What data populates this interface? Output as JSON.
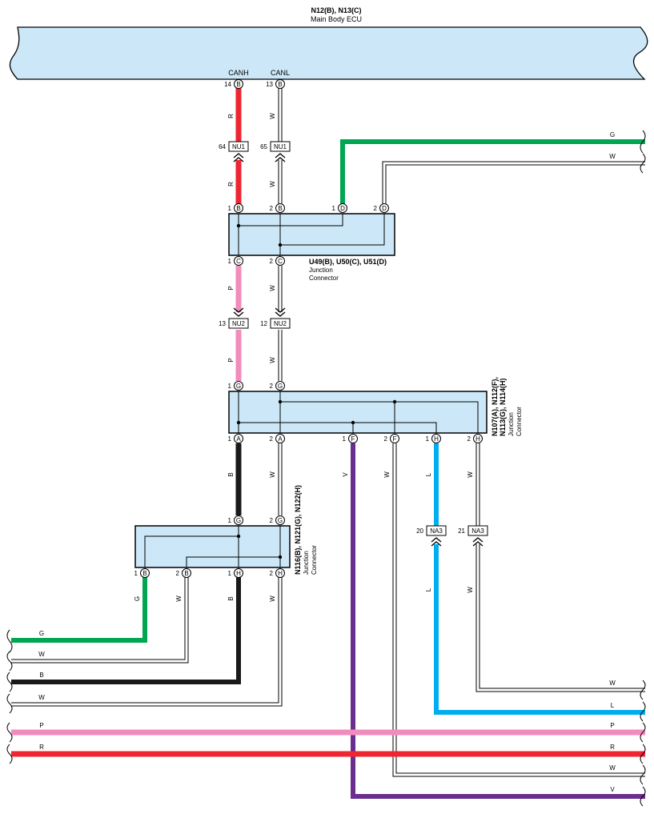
{
  "colors": {
    "R": "#ee2631",
    "W": "#ffffff",
    "G": "#00a651",
    "P": "#f28cbc",
    "B": "#1a1a1a",
    "V": "#6a2e8f",
    "L": "#00aeef",
    "box_fill": "#cce8f8"
  },
  "ecu": {
    "title": "N12(B), N13(C)",
    "subtitle": "Main Body ECU",
    "pin_names": [
      "CANH",
      "CANL"
    ],
    "pins": [
      "14",
      "B",
      "13",
      "B"
    ]
  },
  "u_connector": {
    "lines": [
      "U49(B), U50(C), U51(D)",
      "Junction",
      "Connector"
    ],
    "top_pins": [
      "1",
      "B",
      "2",
      "B",
      "1",
      "D",
      "2",
      "D"
    ],
    "bottom_pins": [
      "1",
      "C",
      "2",
      "C"
    ]
  },
  "n107_connector": {
    "lines": [
      "N107(A), N112(F),",
      "N113(G), N114(H)",
      "Junction",
      "Connector"
    ],
    "top_pins": [
      "1",
      "G",
      "2",
      "G"
    ],
    "bottom_pins": [
      "1",
      "A",
      "2",
      "A",
      "1",
      "F",
      "2",
      "F",
      "1",
      "H",
      "2",
      "H"
    ]
  },
  "n116_connector": {
    "lines": [
      "N116(B), N121(G), N122(H)",
      "Junction",
      "Connector"
    ],
    "top_pins": [
      "1",
      "G",
      "2",
      "G"
    ],
    "bottom_pins": [
      "1",
      "B",
      "2",
      "B",
      "1",
      "H",
      "2",
      "H"
    ]
  },
  "inline_connectors": [
    {
      "pin": "64",
      "name": "NU1"
    },
    {
      "pin": "65",
      "name": "NU1"
    },
    {
      "pin": "13",
      "name": "NU2"
    },
    {
      "pin": "12",
      "name": "NU2"
    },
    {
      "pin": "20",
      "name": "NA3"
    },
    {
      "pin": "21",
      "name": "NA3"
    }
  ],
  "wire_labels": {
    "canh_upper": "R",
    "canl_upper": "W",
    "canh_mid": "R",
    "canl_mid": "W",
    "top_right_g": "G",
    "top_right_w": "W",
    "u_out1": "P",
    "u_out2": "W",
    "nu2_out1": "P",
    "nu2_out2": "W",
    "n107_a1": "B",
    "n107_a2": "W",
    "n107_f1": "V",
    "n107_f2": "W",
    "n107_h1": "L",
    "n107_h2": "W",
    "na3_l": "L",
    "na3_w": "W",
    "n116_b1": "G",
    "n116_b2": "W",
    "n116_h1": "B",
    "n116_h2": "W",
    "left_g": "G",
    "left_w1": "W",
    "left_b": "B",
    "left_w2": "W",
    "left_p": "P",
    "left_r": "R",
    "right_w1": "W",
    "right_l": "L",
    "right_p": "P",
    "right_r": "R",
    "right_w2": "W",
    "right_v": "V"
  }
}
